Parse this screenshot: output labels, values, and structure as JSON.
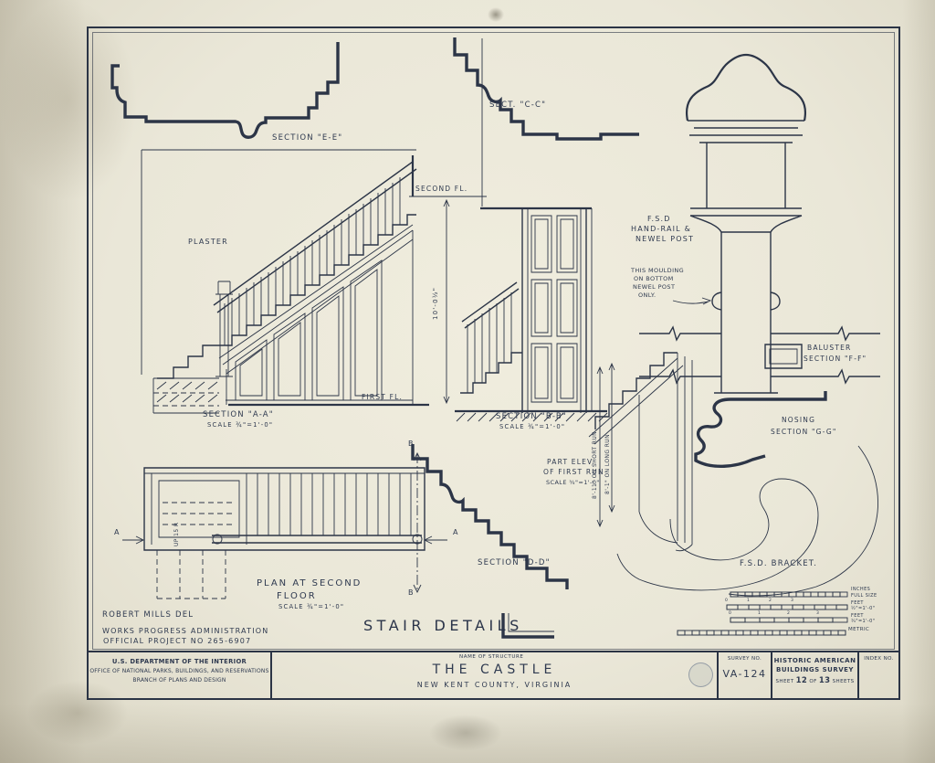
{
  "sheet": {
    "title": "STAIR DETAILS",
    "ink": "#2c3547",
    "paper": "#eae7d8"
  },
  "drawings": {
    "section_ee": {
      "label": "SECTION \"E-E\""
    },
    "sect_cc": {
      "label": "SECT. \"C-C\""
    },
    "section_aa": {
      "label": "SECTION \"A-A\"",
      "scale": "SCALE ¾\"=1'-0\"",
      "plaster": "PLASTER",
      "second_fl": "SECOND FL.",
      "first_fl": "FIRST FL.",
      "dim": "10'-0½\""
    },
    "section_bb": {
      "label": "SECTION \"B-B\"",
      "scale": "SCALE ¾\"=1'-0\""
    },
    "newel": {
      "label1": "F.S.D",
      "label2": "HAND-RAIL &",
      "label3": "NEWEL POST",
      "note1": "THIS MOULDING",
      "note2": "ON BOTTOM",
      "note3": "NEWEL POST",
      "note4": "ONLY."
    },
    "baluster": {
      "label1": "BALUSTER",
      "label2": "SECTION \"F-F\""
    },
    "nosing": {
      "label1": "NOSING",
      "label2": "SECTION \"G-G\""
    },
    "part_elev": {
      "label1": "PART ELEV.",
      "label2": "OF FIRST RUN",
      "scale": "SCALE ¾\"=1'-0\"",
      "dim_short": "8'-11\" ON SHORT RUN",
      "dim_long": "8'-1\" ON LONG RUN"
    },
    "section_dd": {
      "label": "SECTION \"D-D\""
    },
    "bracket": {
      "label": "F.S.D. BRACKET."
    },
    "plan": {
      "label1": "PLAN AT SECOND",
      "label2": "FLOOR",
      "scale": "SCALE ¾\"=1'-0\"",
      "up_note": "UP 15 R",
      "marker_a": "A",
      "marker_b": "B"
    }
  },
  "credits": {
    "delineator": "ROBERT MILLS DEL",
    "wpa1": "WORKS PROGRESS ADMINISTRATION",
    "wpa2": "OFFICIAL PROJECT NO 265-6907"
  },
  "scale_bars": [
    {
      "label1": "INCHES",
      "label2": "FULL SIZE",
      "ticks": []
    },
    {
      "label1": "FEET",
      "label2": "½\"=1'-0\"",
      "ticks": [
        "0",
        "1",
        "2",
        "3"
      ]
    },
    {
      "label1": "FEET",
      "label2": "¾\"=1'-0\"",
      "ticks": [
        "0",
        "1",
        "2",
        "3"
      ]
    },
    {
      "label1": "METRIC",
      "label2": "",
      "ticks": []
    }
  ],
  "title_block": {
    "agency1": "U.S. DEPARTMENT OF THE INTERIOR",
    "agency2": "OFFICE OF NATIONAL PARKS, BUILDINGS, AND RESERVATIONS",
    "agency3": "BRANCH OF PLANS AND DESIGN",
    "name_label": "NAME OF STRUCTURE",
    "structure": "THE CASTLE",
    "location": "NEW KENT COUNTY, VIRGINIA",
    "survey_label": "SURVEY NO.",
    "survey_no": "VA-124",
    "habs1": "HISTORIC AMERICAN",
    "habs2": "BUILDINGS SURVEY",
    "sheet_pre": "SHEET",
    "sheet_num": "12",
    "sheet_mid": "OF",
    "sheet_total": "13",
    "sheet_post": "SHEETS",
    "index_label": "INDEX NO."
  }
}
